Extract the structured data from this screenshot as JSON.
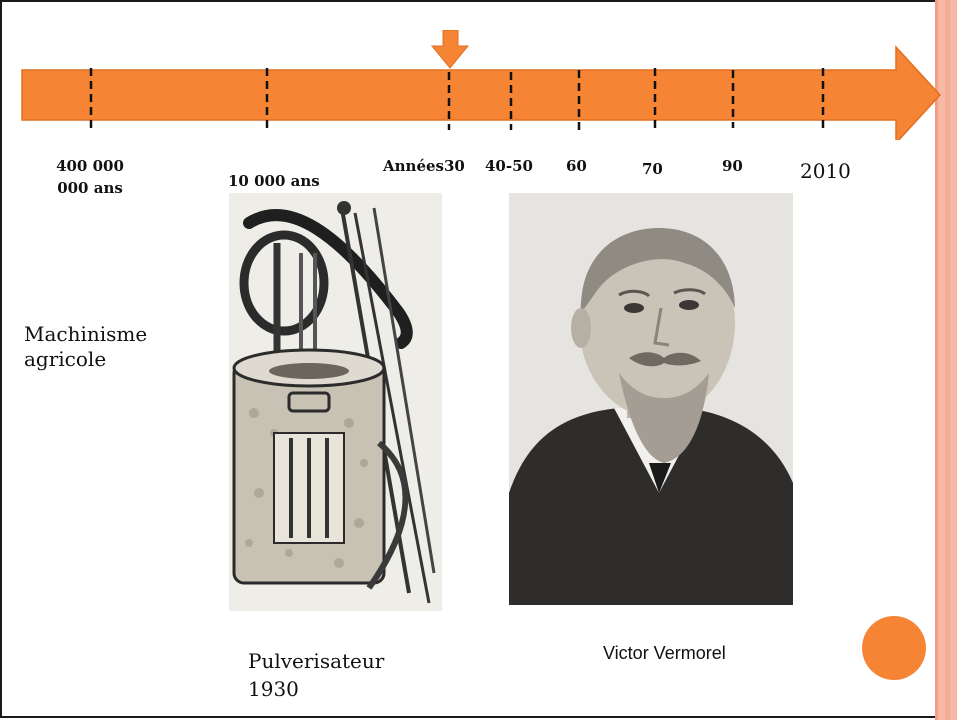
{
  "timeline": {
    "labels": [
      "400 000 000 ans",
      "10 000 ans",
      "Années30",
      "40-50",
      "60",
      "70",
      "90",
      "2010"
    ],
    "marker_at": "Années30"
  },
  "category": {
    "label": "Machinisme agricole"
  },
  "images": [
    {
      "name": "sprayer-illustration",
      "caption": "Pulverisateur 1930"
    },
    {
      "name": "portrait-photo",
      "caption": "Victor Vermorel"
    }
  ],
  "colors": {
    "accent": "#f58535",
    "stripe": "#f6b9a6",
    "frame": "#1a1a1a"
  }
}
